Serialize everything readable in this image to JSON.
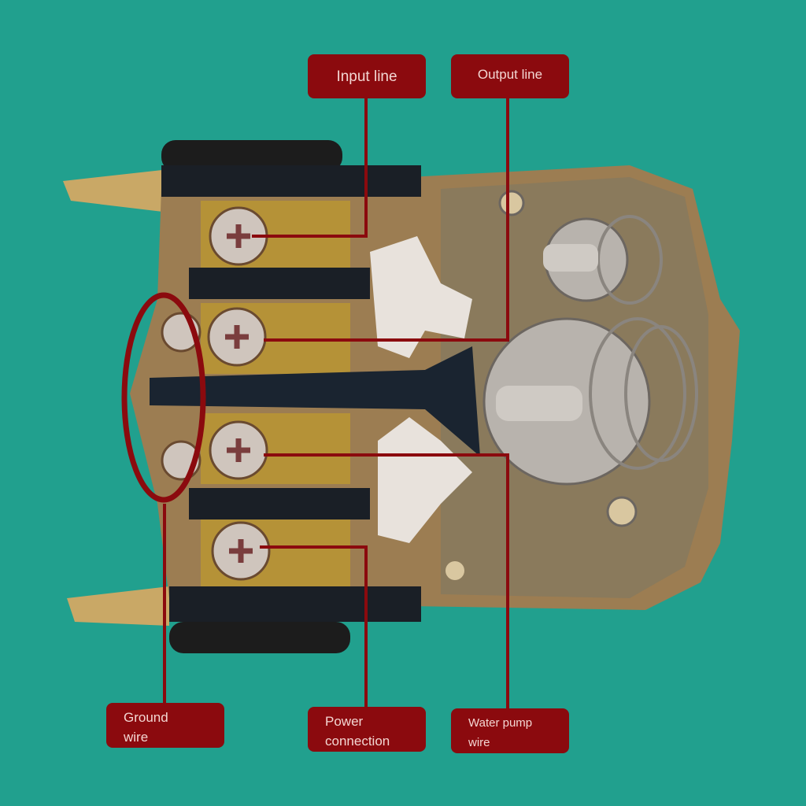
{
  "diagram": {
    "subject": "Pressure switch wiring terminals",
    "background_color": "#21a08e",
    "label_color": "#8b0a0e",
    "label_text_color": "#f3d6d2",
    "labels": [
      {
        "id": "input",
        "text": "Input line"
      },
      {
        "id": "output",
        "text": "Output line"
      },
      {
        "id": "ground",
        "line1": "Ground",
        "line2": "wire"
      },
      {
        "id": "power",
        "line1": "Power",
        "line2": "connection"
      },
      {
        "id": "pump",
        "line1": "Water pump",
        "line2": "wire"
      }
    ]
  }
}
